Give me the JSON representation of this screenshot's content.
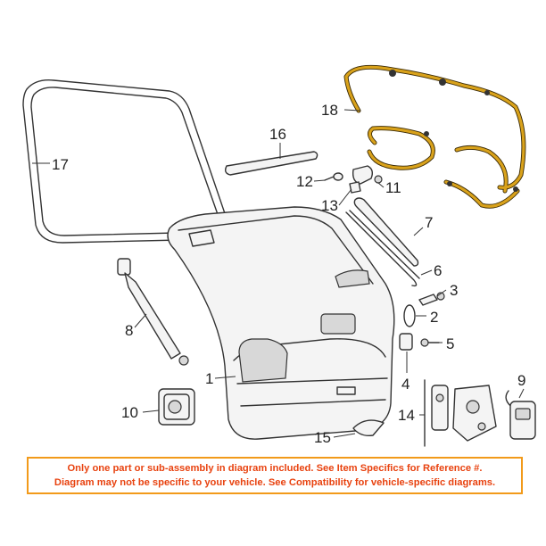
{
  "diagram": {
    "callouts": {
      "c1": "1",
      "c2": "2",
      "c3": "3",
      "c4": "4",
      "c5": "5",
      "c6": "6",
      "c7": "7",
      "c8": "8",
      "c9": "9",
      "c10": "10",
      "c11": "11",
      "c12": "12",
      "c13": "13",
      "c14": "14",
      "c15": "15",
      "c16": "16",
      "c17": "17",
      "c18": "18"
    },
    "colors": {
      "harness": "#d9a21b",
      "disclaimer_border": "#f29a1a",
      "disclaimer_text": "#e8420f"
    }
  },
  "disclaimer": {
    "line1": "Only one part or sub-assembly in diagram included. See Item Specifics for Reference #.",
    "line2": "Diagram may not be specific to your vehicle. See Compatibility for vehicle-specific diagrams."
  }
}
